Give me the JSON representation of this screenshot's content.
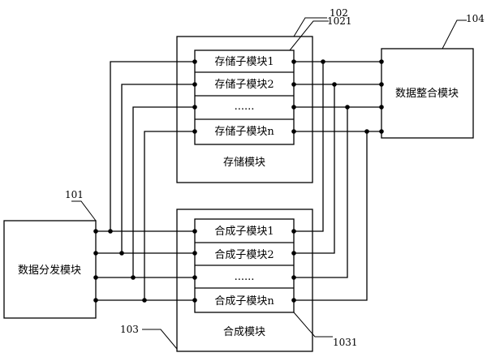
{
  "storage": {
    "ref": "102",
    "ref_sub": "1021",
    "label": "存储模块",
    "sub": [
      "存储子模块1",
      "存储子模块2",
      "......",
      "存储子模块n"
    ]
  },
  "synthesis": {
    "ref": "103",
    "ref_sub": "1031",
    "label": "合成模块",
    "sub": [
      "合成子模块1",
      "合成子模块2",
      "......",
      "合成子模块n"
    ]
  },
  "distributor": {
    "ref": "101",
    "label": "数据分发模块"
  },
  "integrator": {
    "ref": "104",
    "label": "数据整合模块"
  }
}
